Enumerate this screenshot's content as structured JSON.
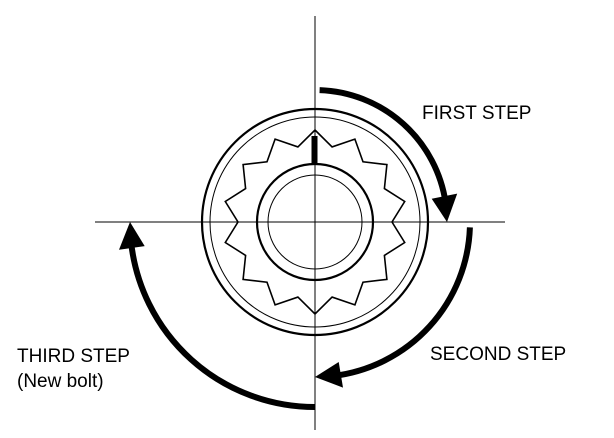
{
  "labels": {
    "first_step": "FIRST STEP",
    "second_step": "SECOND STEP",
    "third_step": "THIRD STEP",
    "third_step_note": "(New bolt)"
  },
  "diagram": {
    "bolt_head_points": 14,
    "steps": [
      {
        "name": "FIRST STEP",
        "direction": "clockwise"
      },
      {
        "name": "SECOND STEP",
        "direction": "clockwise"
      },
      {
        "name": "THIRD STEP",
        "direction": "clockwise",
        "note": "(New bolt)"
      }
    ]
  },
  "colors": {
    "ink": "#000000",
    "background": "#ffffff"
  }
}
